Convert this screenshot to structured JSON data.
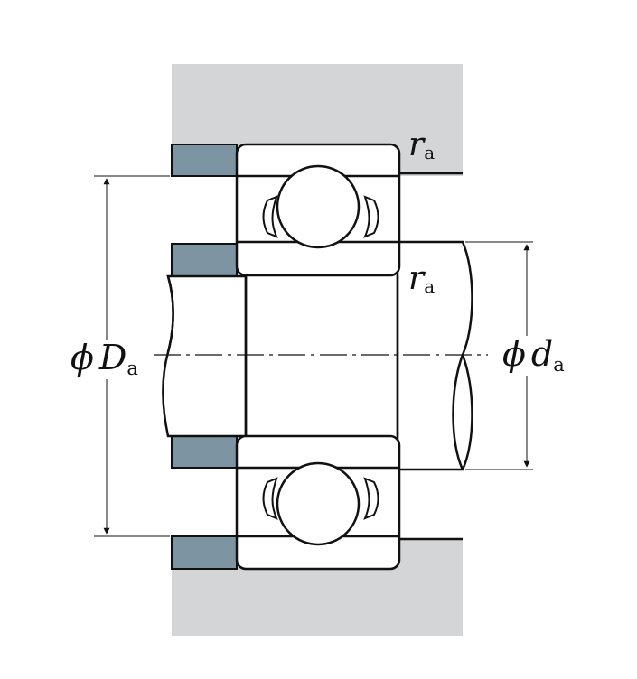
{
  "colors": {
    "housing": "#d4d5d7",
    "shoulder": "#7d95a2",
    "stroke": "#111111",
    "background": "#ffffff"
  },
  "labels": {
    "ra_upper": {
      "symbol": "r",
      "subscript": "a"
    },
    "ra_lower": {
      "symbol": "r",
      "subscript": "a"
    },
    "Da": {
      "prefix": "ϕ",
      "symbol": "D",
      "subscript": "a"
    },
    "da": {
      "prefix": "ϕ",
      "symbol": "d",
      "subscript": "a"
    }
  }
}
